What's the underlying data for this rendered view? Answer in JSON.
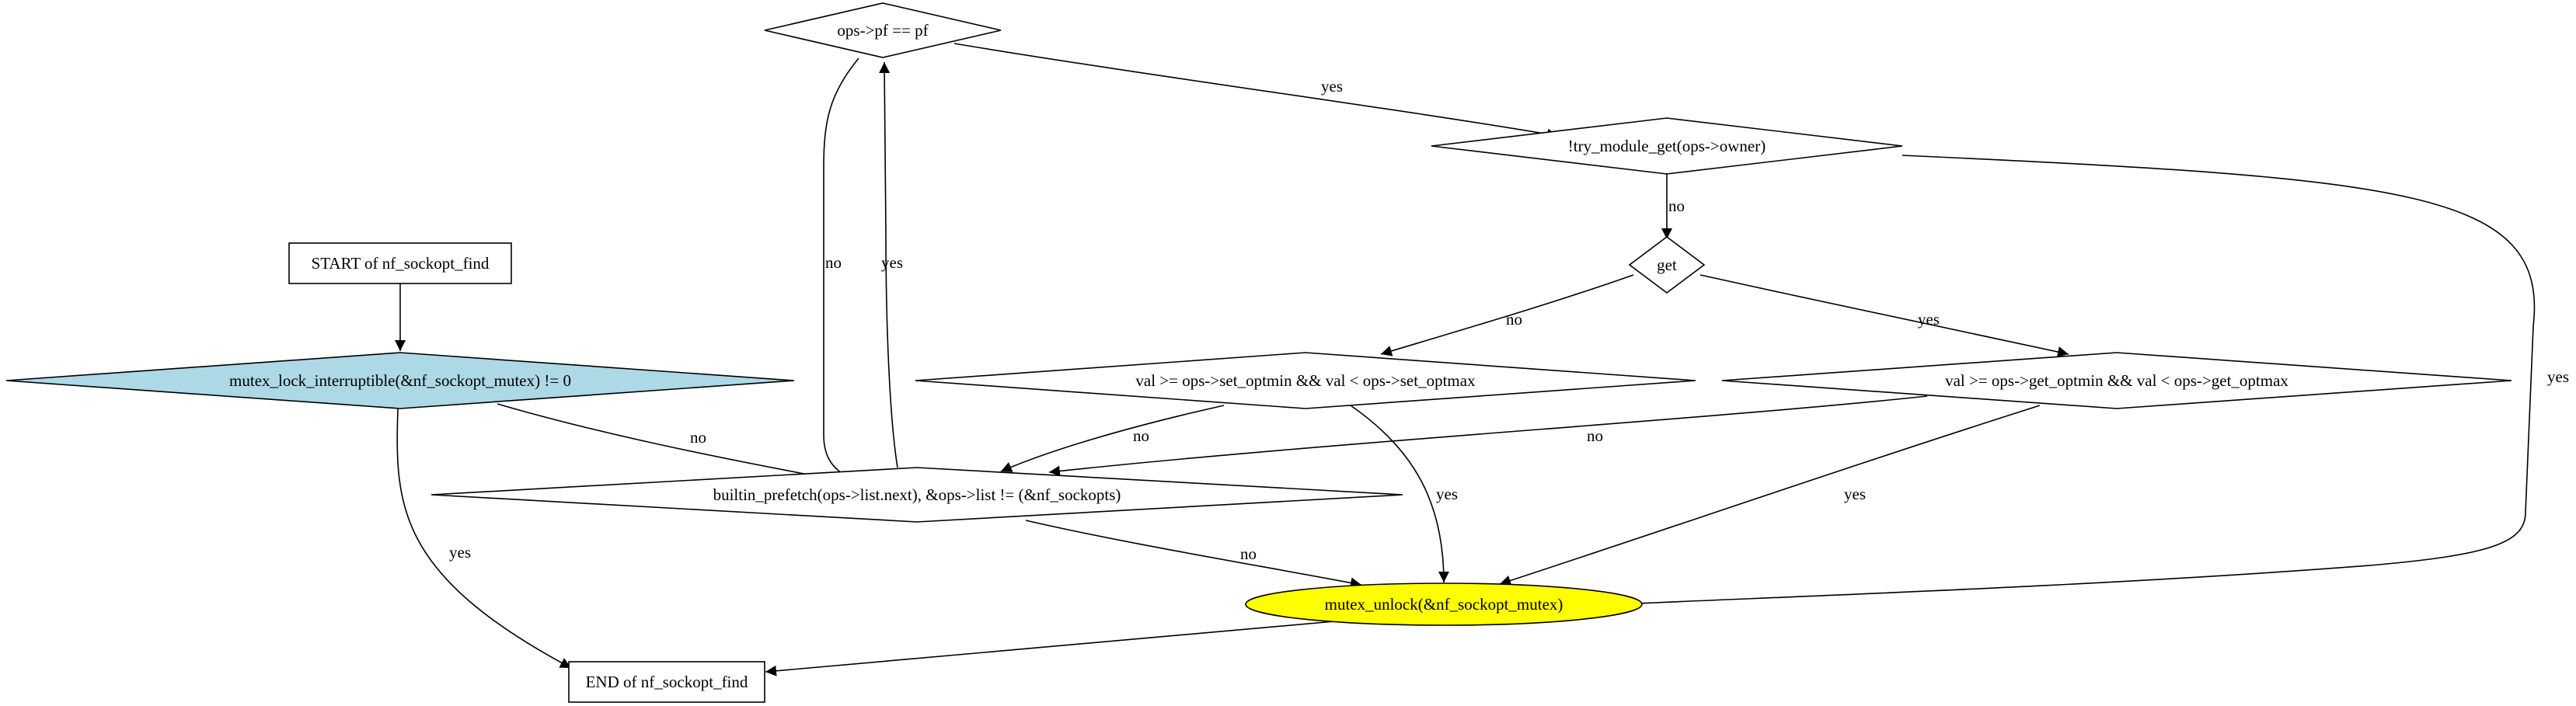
{
  "nodes": [
    {
      "id": "start",
      "label": "START of nf_sockopt_find",
      "shape": "box",
      "fill": "#ffffff"
    },
    {
      "id": "lock",
      "label": "mutex_lock_interruptible(&nf_sockopt_mutex) != 0",
      "shape": "diamond",
      "fill": "#add8e6"
    },
    {
      "id": "loop",
      "label": "builtin_prefetch(ops->list.next), &ops->list != (&nf_sockopts)",
      "shape": "diamond",
      "fill": "#ffffff"
    },
    {
      "id": "pf",
      "label": "ops->pf == pf",
      "shape": "diamond",
      "fill": "#ffffff"
    },
    {
      "id": "try",
      "label": "!try_module_get(ops->owner)",
      "shape": "diamond",
      "fill": "#ffffff"
    },
    {
      "id": "get",
      "label": "get",
      "shape": "diamond",
      "fill": "#ffffff"
    },
    {
      "id": "setchk",
      "label": "val >= ops->set_optmin && val < ops->set_optmax",
      "shape": "diamond",
      "fill": "#ffffff"
    },
    {
      "id": "getchk",
      "label": "val >= ops->get_optmin && val < ops->get_optmax",
      "shape": "diamond",
      "fill": "#ffffff"
    },
    {
      "id": "unlock",
      "label": "mutex_unlock(&nf_sockopt_mutex)",
      "shape": "ellipse",
      "fill": "#ffff00"
    },
    {
      "id": "end",
      "label": "END of nf_sockopt_find",
      "shape": "box",
      "fill": "#ffffff"
    }
  ],
  "edges": [
    {
      "id": "e-start-lock",
      "from": "start",
      "to": "lock",
      "label": ""
    },
    {
      "id": "e-lock-loop",
      "from": "lock",
      "to": "loop",
      "label": "no"
    },
    {
      "id": "e-lock-end",
      "from": "lock",
      "to": "end",
      "label": "yes"
    },
    {
      "id": "e-pf-loop",
      "from": "pf",
      "to": "loop",
      "label": "no"
    },
    {
      "id": "e-loop-pf",
      "from": "loop",
      "to": "pf",
      "label": "yes"
    },
    {
      "id": "e-loop-unlock",
      "from": "loop",
      "to": "unlock",
      "label": "no"
    },
    {
      "id": "e-pf-try",
      "from": "pf",
      "to": "try",
      "label": "yes"
    },
    {
      "id": "e-try-get",
      "from": "try",
      "to": "get",
      "label": "no"
    },
    {
      "id": "e-try-unlock",
      "from": "try",
      "to": "unlock",
      "label": "yes"
    },
    {
      "id": "e-get-setchk",
      "from": "get",
      "to": "setchk",
      "label": "no"
    },
    {
      "id": "e-get-getchk",
      "from": "get",
      "to": "getchk",
      "label": "yes"
    },
    {
      "id": "e-setchk-loop",
      "from": "setchk",
      "to": "loop",
      "label": "no"
    },
    {
      "id": "e-setchk-unlock",
      "from": "setchk",
      "to": "unlock",
      "label": "yes"
    },
    {
      "id": "e-getchk-loop",
      "from": "getchk",
      "to": "loop",
      "label": "no"
    },
    {
      "id": "e-getchk-unlock",
      "from": "getchk",
      "to": "unlock",
      "label": "yes"
    },
    {
      "id": "e-unlock-end",
      "from": "unlock",
      "to": "end",
      "label": ""
    }
  ]
}
